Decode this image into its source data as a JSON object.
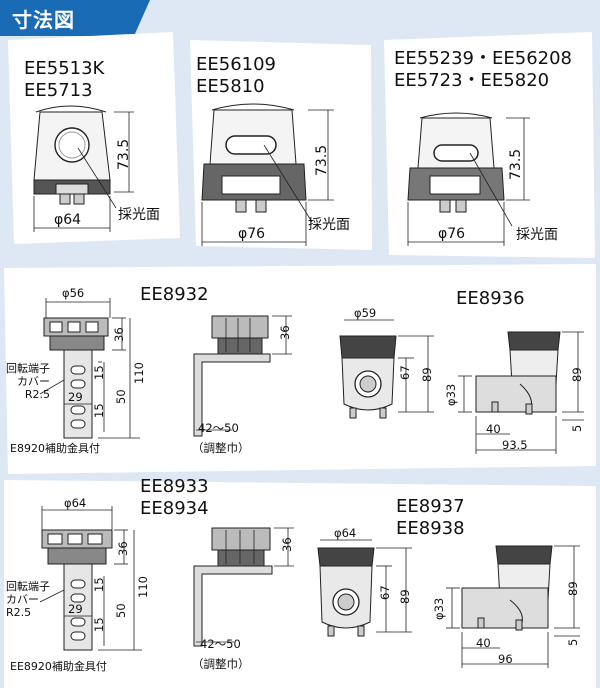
{
  "section_title": "寸法図",
  "colors": {
    "accent_blue": "#1a6bb5",
    "background": "#dde8f4",
    "panel": "#ffffff"
  },
  "products": {
    "p1": {
      "model_lines": [
        "EE5513K",
        "EE5713"
      ],
      "height": "73.5",
      "diameter": "φ64",
      "face": "採光面"
    },
    "p2": {
      "model_lines": [
        "EE56109",
        "EE5810"
      ],
      "height": "73.5",
      "diameter": "φ76",
      "face": "採光面"
    },
    "p3": {
      "model_lines": [
        "EE55239・EE56208",
        "EE5723・EE5820"
      ],
      "height": "73.5",
      "diameter": "φ76",
      "face": "採光面"
    },
    "p4": {
      "model": "EE8932",
      "top_diameter": "φ56",
      "head_height": "36",
      "total_height": "110",
      "d15a": "15",
      "d50": "50",
      "d15b": "15",
      "d29": "29",
      "rotate_note": "回転端子\nカバー\nR2.5",
      "bracket_note": "E8920補助金具付",
      "side_height": "36",
      "side_range": "42〜50",
      "side_caption": "（調整巾）"
    },
    "p5": {
      "model": "",
      "top_diameter": "φ59",
      "d67": "67",
      "d89": "89"
    },
    "p6": {
      "model": "EE8936",
      "d89": "89",
      "d33": "φ33",
      "d40": "40",
      "d5": "5",
      "width": "93.5"
    },
    "p7": {
      "model_lines": [
        "EE8933",
        "EE8934"
      ],
      "top_diameter": "φ64",
      "head_height": "36",
      "total_height": "110",
      "d15a": "15",
      "d50": "50",
      "d15b": "15",
      "d29": "29",
      "rotate_note": "回転端子\nカバー\nR2.5",
      "bracket_note": "EE8920補助金具付",
      "side_height": "36",
      "side_range": "42〜50",
      "side_caption": "（調整巾）"
    },
    "p8": {
      "top_diameter": "φ64",
      "d67": "67",
      "d89": "89"
    },
    "p9": {
      "model_lines": [
        "EE8937",
        "EE8938"
      ],
      "d89": "89",
      "d33": "φ33",
      "d40": "40",
      "d5": "5",
      "width": "96"
    }
  }
}
